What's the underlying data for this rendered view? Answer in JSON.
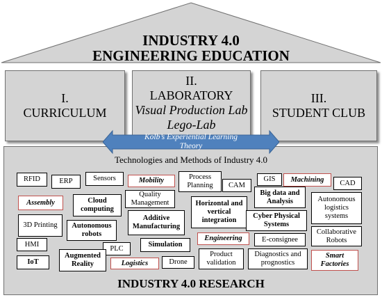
{
  "roof": {
    "line1": "INDUSTRY 4.0",
    "line2": "ENGINEERING EDUCATION"
  },
  "pillars": [
    {
      "line1": "I.",
      "line2": "CURRICULUM",
      "line3": "",
      "line4": ""
    },
    {
      "line1": "II.",
      "line2": "LABORATORY",
      "line3": "Visual Production Lab",
      "line4": "Lego-Lab"
    },
    {
      "line1": "III.",
      "line2": "STUDENT CLUB",
      "line3": "",
      "line4": ""
    }
  ],
  "arrow": {
    "line1": "Kolb’s Experiential Learning",
    "line2": "Theory"
  },
  "technologies_title": "Technologies and Methods of Industry 4.0",
  "technologies": {
    "rfid": "RFID",
    "erp": "ERP",
    "sensors": "Sensors",
    "mobility": "Mobility",
    "process_planning": "Process Planning",
    "cam": "CAM",
    "gis": "GIS",
    "machining": "Machining",
    "cad": "CAD",
    "assembly": "Assembly",
    "cloud_computing": "Cloud computing",
    "quality_management": "Quality Management",
    "horizontal_vertical": "Horizontal and vertical integration",
    "big_data": "Big data and Analysis",
    "autonomous_logistics": "Autonomous logistics systems",
    "printing_3d": "3D Printing",
    "autonomous_robots": "Autonomous robots",
    "additive_manufacturing": "Additive Manufacturing",
    "cyber_physical": "Cyber Physical Systems",
    "collaborative_robots": "Collaborative Robots",
    "hmi": "HMI",
    "engineering": "Engineering",
    "e_consignee": "E-consignee",
    "simulation": "Simulation",
    "plc": "PLC",
    "augmented_reality": "Augmented Reality",
    "iot": "IoT",
    "logistics": "Logistics",
    "drone": "Drone",
    "product_validation": "Product validation",
    "diagnostics": "Diagnostics and prognostics",
    "smart_factories": "Smart Factories"
  },
  "research": "INDUSTRY 4.0 RESEARCH",
  "colors": {
    "panel": "#d4d4d4",
    "arrow": "#4f81bd",
    "highlight_border": "#c0504d"
  }
}
